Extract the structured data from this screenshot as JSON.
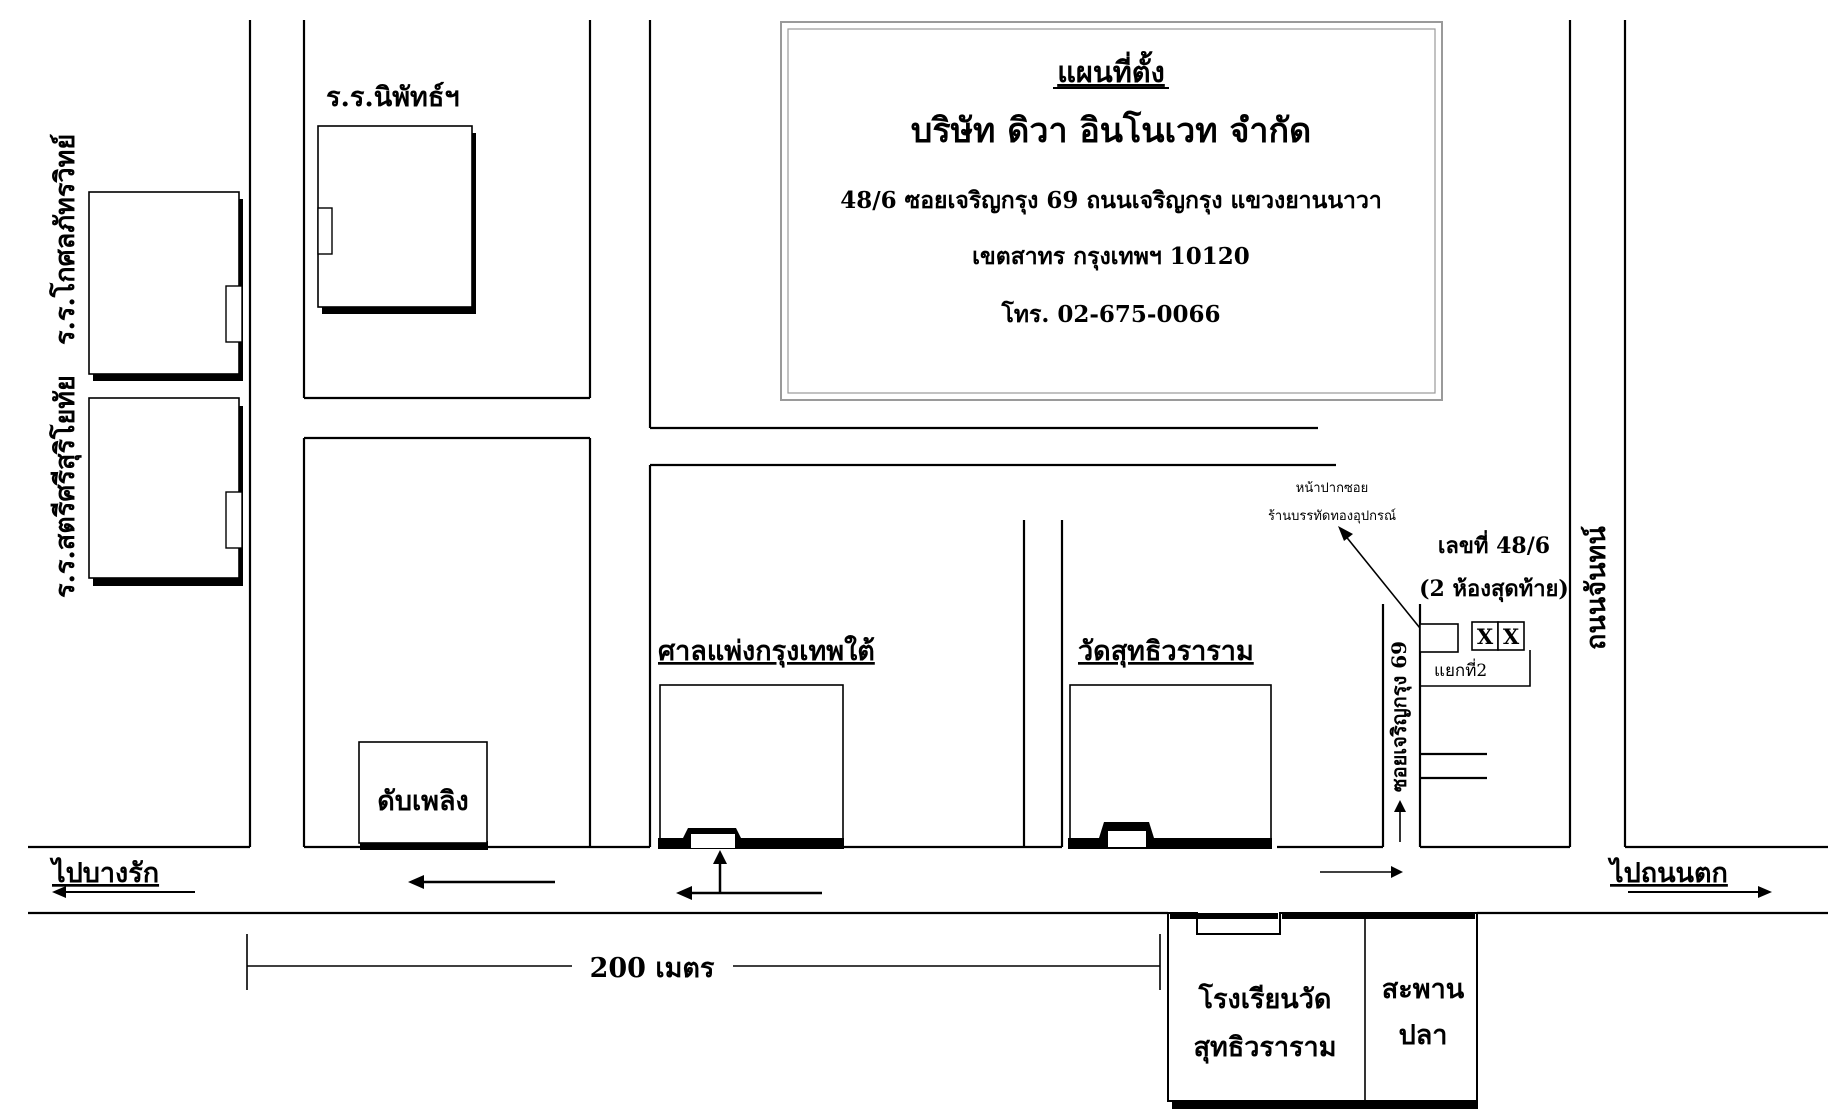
{
  "info_box": {
    "heading": "แผนที่ตั้ง",
    "company": "บริษัท ดิวา อินโนเวท จำกัด",
    "address_line1": "48/6 ซอยเจริญกรุง 69 ถนนเจริญกรุง แขวงยานนาวา",
    "address_line2": "เขตสาทร กรุงเทพฯ 10120",
    "phone": "โทร. 02-675-0066"
  },
  "places": {
    "school_nipat": "ร.ร.นิพัทธ์ฯ",
    "school_khosol": "ร.ร.โกศลภัทรวิทย์",
    "school_satri": "ร.ร.สตรีศรีสุริโยทัย",
    "fire_station": "ดับเพลิง",
    "court": "ศาลแพ่งกรุงเทพใต้",
    "temple": "วัดสุทธิวราราม",
    "temple_school_line1": "โรงเรียนวัด",
    "temple_school_line2": "สุทธิวราราม",
    "fish_pier_line1": "สะพาน",
    "fish_pier_line2": "ปลา",
    "shop_line1": "หน้าปากซอย",
    "shop_line2": "ร้านบรรทัดทองอุปกรณ์",
    "office_number": "เลขที่ 48/6",
    "office_note": "(2 ห้องสุดท้าย)",
    "office_mark": "X",
    "branch": "แยกที่2"
  },
  "roads": {
    "soi": "ซอยเจริญกรุง 69",
    "chan_road": "ถนนจันทน์",
    "to_bang_rak": "ไปบางรัก",
    "to_thanon_tok": "ไปถนนตก",
    "scale_label": "200 เมตร"
  }
}
